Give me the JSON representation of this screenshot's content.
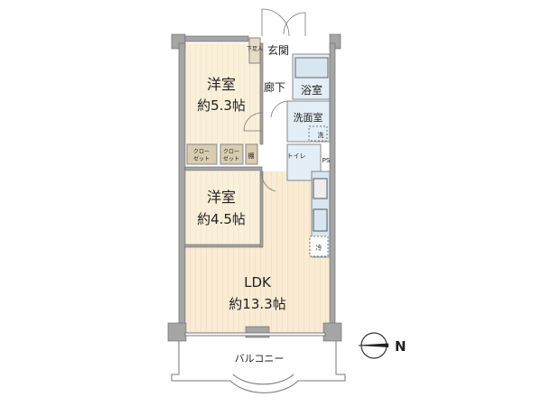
{
  "rooms": {
    "western1": {
      "name": "洋室",
      "size": "約5.3帖"
    },
    "western2": {
      "name": "洋室",
      "size": "約4.5帖"
    },
    "ldk": {
      "name": "LDK",
      "size": "約13.3帖"
    },
    "entrance": "玄関",
    "shoe_box": "下足入",
    "hallway": "廊下",
    "bathroom": "浴室",
    "washroom": "洗面室",
    "washer": "洗",
    "toilet": "トイレ",
    "ps": "PS",
    "closet1": [
      "クロー",
      "ゼット"
    ],
    "closet2": [
      "クロー",
      "ゼット"
    ],
    "shelf": "棚",
    "fridge": "冷",
    "balcony": "バルコニー"
  },
  "compass": {
    "label": "N"
  },
  "colors": {
    "room_floor": "#f7efd9",
    "ldk_floor": "#f9e4c8",
    "wet_area": "#e3eef6",
    "wall": "#9a9a9a",
    "closet": "#d9cdb0"
  }
}
